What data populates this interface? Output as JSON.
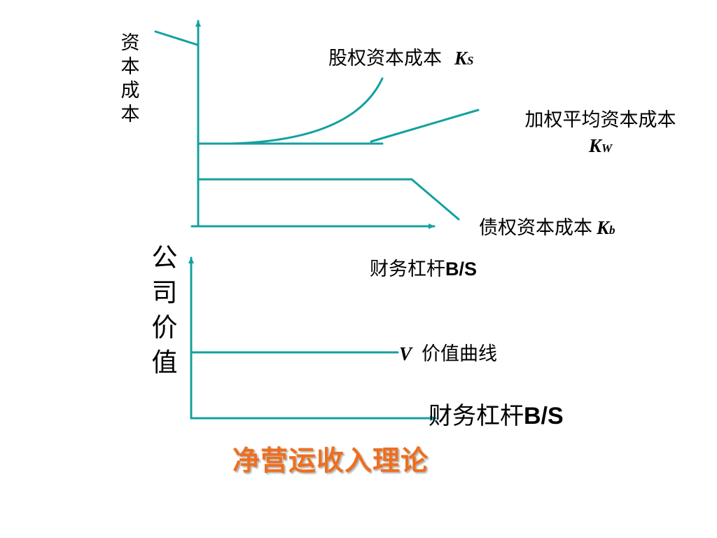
{
  "colors": {
    "line": "#14a0a0",
    "title": "#ee6f1e",
    "text": "#000000"
  },
  "top_chart": {
    "y_axis_label": "资\n本\n成\n本",
    "equity_cost": {
      "text": "股权资本成本",
      "symbol": "K",
      "sub": "S"
    },
    "wacc": {
      "text": "加权平均资本成本",
      "symbol": "K",
      "sub": "W"
    },
    "debt_cost": {
      "text": "债权资本成本",
      "symbol": "K",
      "sub": "b"
    },
    "x_axis_label": {
      "text": "财务杠杆",
      "latin": "B/S"
    }
  },
  "bottom_chart": {
    "y_axis_label": "公\n司\n价\n值",
    "value_curve": {
      "symbol": "V",
      "text": "价值曲线"
    },
    "x_axis_label": {
      "text": "财务杠杆",
      "latin": "B/S"
    }
  },
  "title": "净营运收入理论"
}
